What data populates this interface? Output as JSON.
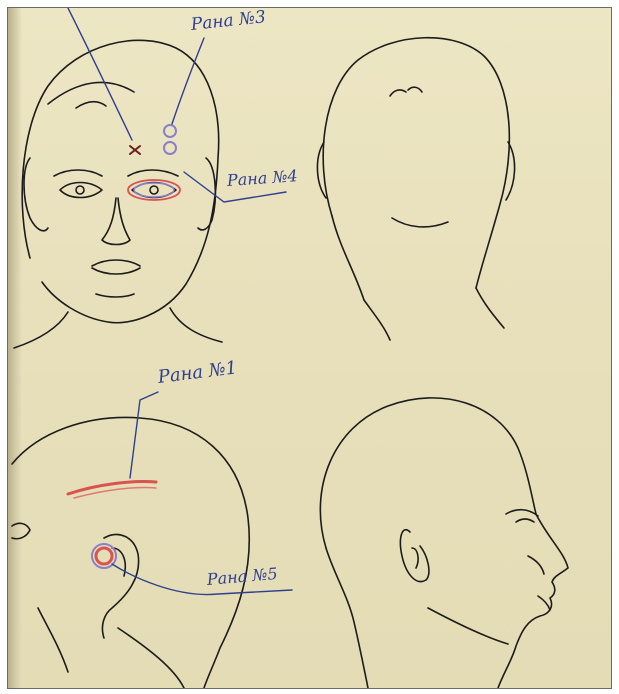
{
  "annotations": {
    "wound_3": "Рана №3",
    "wound_4": "Рана №4",
    "wound_1": "Рана №1",
    "wound_5": "Рана №5"
  },
  "colors": {
    "paper": "#e8e0bb",
    "pencil": "#1c1c1c",
    "ink": "#2f3f8f",
    "wound_red": "#d9534f",
    "wound_violet": "#8a7fc9"
  }
}
